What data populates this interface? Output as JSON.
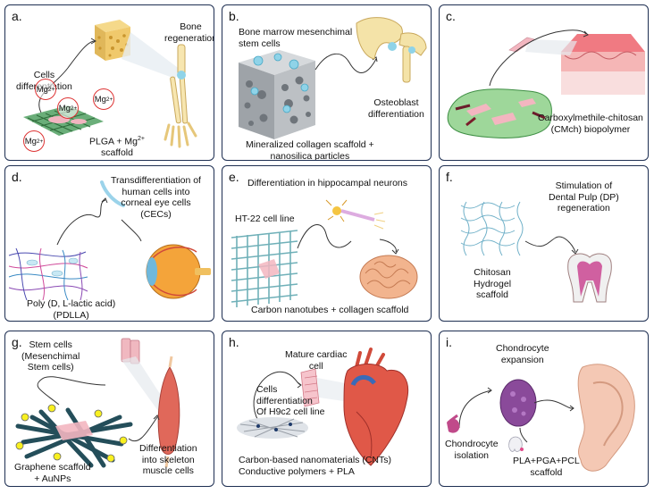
{
  "panels": {
    "a": {
      "letter": "a.",
      "bone": "Bone\nregeneration",
      "cells": "Cells\ndifferentiation",
      "mg_ion": "Mg",
      "mg_charge": "2+",
      "scaffold_pre": "PLGA + Mg",
      "scaffold_post": "\nscaffold"
    },
    "b": {
      "letter": "b.",
      "stem": "Bone marrow mesenchimal\nstem cells",
      "osteo": "Osteoblast\ndifferentiation",
      "scaffold": "Mineralized collagen scaffold +\nnanosilica particles"
    },
    "c": {
      "letter": "c.",
      "polymer": "Carboxylmethile-chitosan\n(CMch) biopolymer"
    },
    "d": {
      "letter": "d.",
      "trans": "Transdifferentiation of\nhuman cells into\ncorneal eye cells\n(CECs)",
      "poly": "Poly (D, L-lactic acid)\n(PDLLA)"
    },
    "e": {
      "letter": "e.",
      "diff": "Differentiation in hippocampal neurons",
      "line": "HT-22 cell line",
      "scaffold": "Carbon nanotubes + collagen scaffold"
    },
    "f": {
      "letter": "f.",
      "stim": "Stimulation of\nDental Pulp (DP)\nregeneration",
      "hydro": "Chitosan\nHydrogel\nscaffold"
    },
    "g": {
      "letter": "g.",
      "stem": "Stem cells\n(Mesenchimal\nStem cells)",
      "diff": "Differentiation\ninto skeleton\nmuscle cells",
      "scaffold": "Graphene scaffold\n+ AuNPs"
    },
    "h": {
      "letter": "h.",
      "mature": "Mature cardiac\ncell",
      "cells": "Cells\ndifferentiation\nOf H9c2 cell line",
      "scaffold": "Carbon-based nanomaterials (CNTs)\nConductive polymers + PLA"
    },
    "i": {
      "letter": "i.",
      "expansion": "Chondrocyte\nexpansion",
      "isolation": "Chondrocyte\nisolation",
      "scaffold": "PLA+PGA+PCL\nscaffold"
    }
  }
}
